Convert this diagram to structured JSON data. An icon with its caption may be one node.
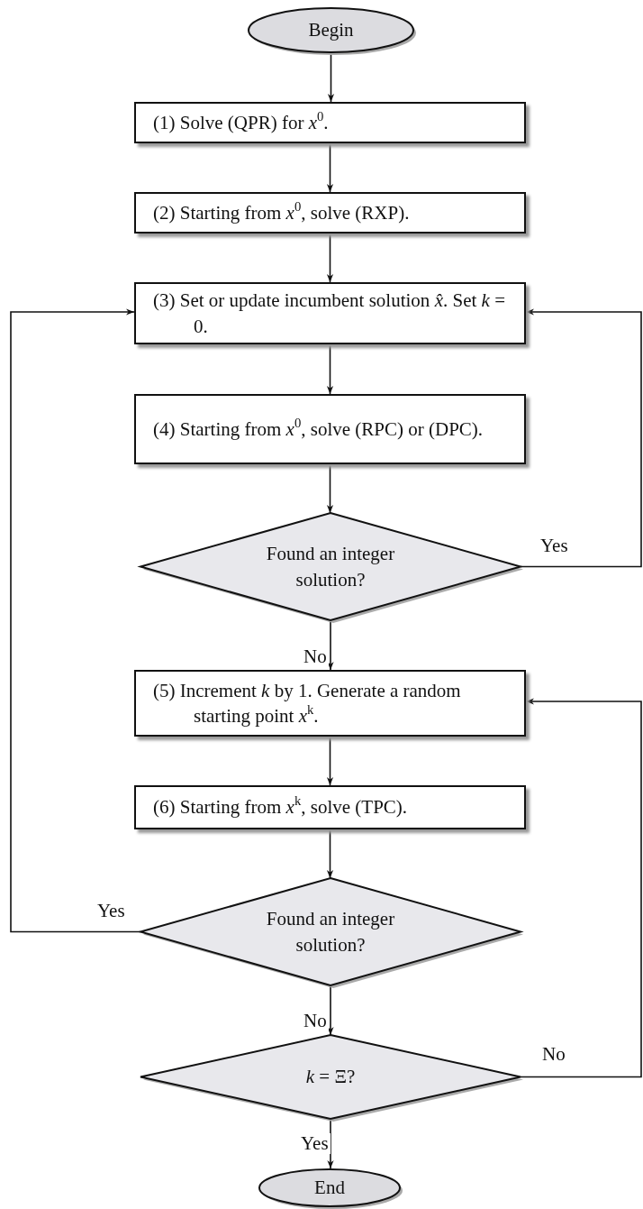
{
  "diagram": {
    "nodes": [
      {
        "text": [
          "Begin"
        ]
      },
      {
        "text": [
          "(1) Solve (QPR) for *x*$^{0}$."
        ]
      },
      {
        "text": [
          "(2) Starting from *x*$^{0}$, solve (RXP)."
        ]
      },
      {
        "text": [
          "(3) Set or update incumbent solution *x̂*.  Set *k* = 0."
        ]
      },
      {
        "text": [
          "(4) Starting from *x*$^{0}$, solve (RPC) or (DPC)."
        ]
      },
      {
        "text": [
          "Found an integer solution?"
        ]
      },
      {
        "text": [
          "(5) Increment *k* by 1. Generate a random starting point *x*$^{k}$."
        ]
      },
      {
        "text": [
          "(6) Starting from *x*$^{k}$, solve (TPC)."
        ]
      },
      {
        "text": [
          "Found an integer solution?"
        ]
      },
      {
        "text": [
          "*k* = Ξ?"
        ]
      },
      {
        "text": [
          "End"
        ]
      }
    ],
    "edges": [
      {
        "from": 0,
        "to": 1,
        "arrow": "to"
      },
      {
        "from": 1,
        "to": 2,
        "arrow": "to"
      },
      {
        "from": 2,
        "to": 3,
        "arrow": "to"
      },
      {
        "from": 3,
        "to": 4,
        "arrow": "to"
      },
      {
        "from": 4,
        "to": 5,
        "arrow": "to"
      },
      {
        "from": 5,
        "to": 6,
        "arrow": "to",
        "label": "No"
      },
      {
        "from": 5,
        "to": 3,
        "arrow": "to",
        "label": "Yes"
      },
      {
        "from": 6,
        "to": 7,
        "arrow": "to"
      },
      {
        "from": 7,
        "to": 8,
        "arrow": "to"
      },
      {
        "from": 8,
        "to": 3,
        "arrow": "to",
        "label": "Yes"
      },
      {
        "from": 8,
        "to": 9,
        "arrow": "to",
        "label": "No"
      },
      {
        "from": 9,
        "to": 6,
        "arrow": "to",
        "label": "No"
      },
      {
        "from": 9,
        "to": 10,
        "arrow": "to",
        "label": "Yes"
      }
    ]
  }
}
